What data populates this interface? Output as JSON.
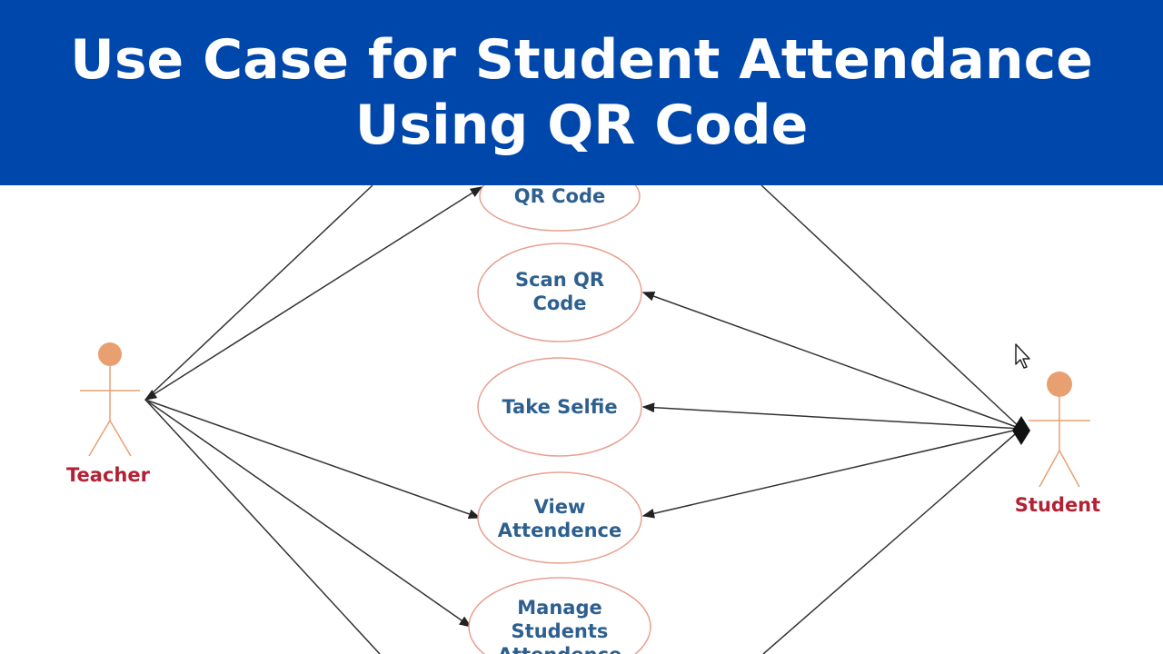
{
  "title": {
    "line1": "Use Case for Student Attendance",
    "line2": "Using QR Code"
  },
  "actors": {
    "teacher": {
      "label": "Teacher"
    },
    "student": {
      "label": "Student"
    }
  },
  "use_cases": [
    {
      "id": "generate-qr-code",
      "lines": [
        "QR Code"
      ]
    },
    {
      "id": "scan-qr-code",
      "lines": [
        "Scan QR",
        "Code"
      ]
    },
    {
      "id": "take-selfie",
      "lines": [
        "Take Selfie"
      ]
    },
    {
      "id": "view-attendence",
      "lines": [
        "View",
        "Attendence"
      ]
    },
    {
      "id": "manage-students-attendence",
      "lines": [
        "Manage",
        "Students",
        "Attendence"
      ]
    }
  ],
  "colors": {
    "title_bg": "#0047ab",
    "title_text": "#ffffff",
    "use_case_border": "#e8a090",
    "use_case_text": "#2d5f8f",
    "actor_figure": "#e8a070",
    "actor_label": "#b22234",
    "connector": "#333333"
  },
  "icons": [
    "mouse-cursor-icon"
  ]
}
